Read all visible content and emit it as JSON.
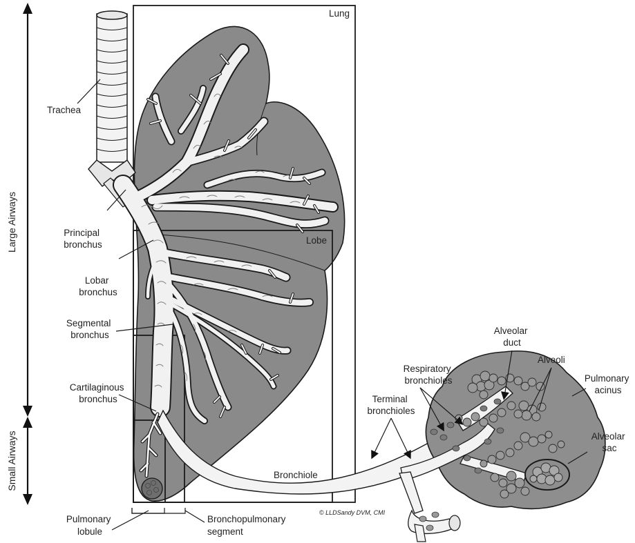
{
  "labels": {
    "lung": "Lung",
    "lobe": "Lobe",
    "trachea": "Trachea",
    "principal": [
      "Principal",
      "bronchus"
    ],
    "lobar": [
      "Lobar",
      "bronchus"
    ],
    "segmental": [
      "Segmental",
      "bronchus"
    ],
    "cartilaginous": [
      "Cartilaginous",
      "bronchus"
    ],
    "bronchiole": "Bronchiole",
    "terminal": [
      "Terminal",
      "bronchioles"
    ],
    "respiratory": [
      "Respiratory",
      "bronchioles"
    ],
    "alveolar_duct": [
      "Alveolar",
      "duct"
    ],
    "alveoli": "Alveoli",
    "acinus": [
      "Pulmonary",
      "acinus"
    ],
    "alveolar_sac": [
      "Alveolar",
      "sac"
    ],
    "lobule": [
      "Pulmonary",
      "lobule"
    ],
    "segment": [
      "Bronchopulmonary",
      "segment"
    ]
  },
  "axis": {
    "large": "Large Airways",
    "small": "Small Airways"
  },
  "signature": "© LLDSandy DVM, CMI",
  "colors": {
    "lung_fill": "#8a8a8a",
    "acinus_fill": "#8e8e8e",
    "airway_fill": "#f1f1f1",
    "line": "#1a1a1a"
  }
}
